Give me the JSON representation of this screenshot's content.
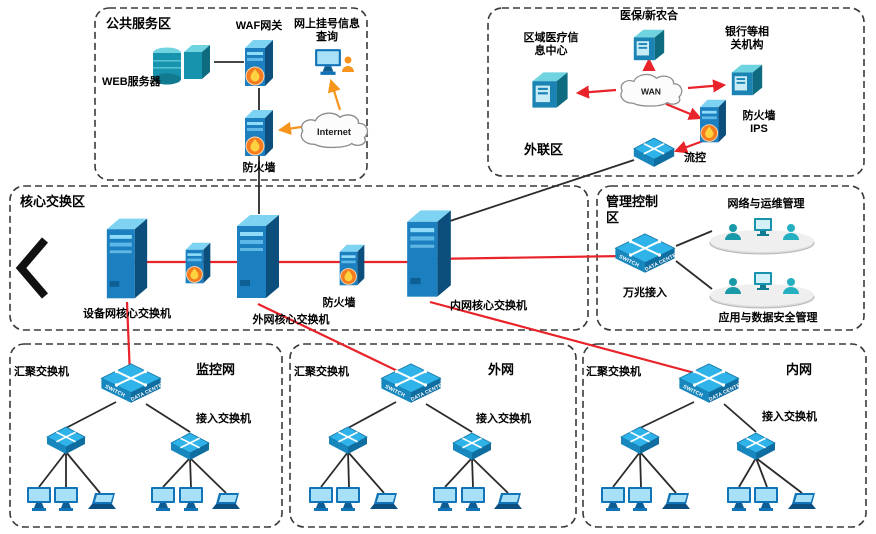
{
  "diagram": {
    "switch_face": {
      "line1": "SWITCH",
      "line2": "DATA CENTER"
    },
    "zones": {
      "public_service": {
        "title": "公共服务区"
      },
      "external_link": {
        "title": "外联区"
      },
      "core_switch": {
        "title": "核心交换区"
      },
      "management": {
        "title": "管理控制区"
      },
      "monitoring_net": {
        "title": "监控网"
      },
      "external_net": {
        "title": "外网"
      },
      "internal_net": {
        "title": "内网"
      }
    },
    "labels": {
      "web_server": "WEB服务器",
      "waf_gateway": "WAF网关",
      "online_registration": "网上挂号信息查询",
      "internet": "Internet",
      "firewall": "防火墙",
      "regional_medical_center": "区域医疗信息中心",
      "medical_insurance": "医保/新农合",
      "bank_institutions": "银行等相关机构",
      "wan": "WAN",
      "firewall_ips": "防火墙 IPS",
      "flow_control": "流控",
      "device_net_core_switch": "设备网核心交换机",
      "external_core_switch": "外网核心交换机",
      "internal_core_switch": "内网核心交换机",
      "ten_gig_access": "万兆接入",
      "network_ops_management": "网络与运维管理",
      "app_data_security_management": "应用与数据安全管理",
      "aggregation_switch": "汇聚交换机",
      "access_switch": "接入交换机"
    },
    "colors": {
      "link_red": "#e8232a",
      "link_black": "#2b2b2b",
      "link_orange": "#f7941d",
      "device_blue": "#1b7fc0",
      "switch_cyan": "#2fb3e8",
      "teal": "#1793ad"
    }
  }
}
